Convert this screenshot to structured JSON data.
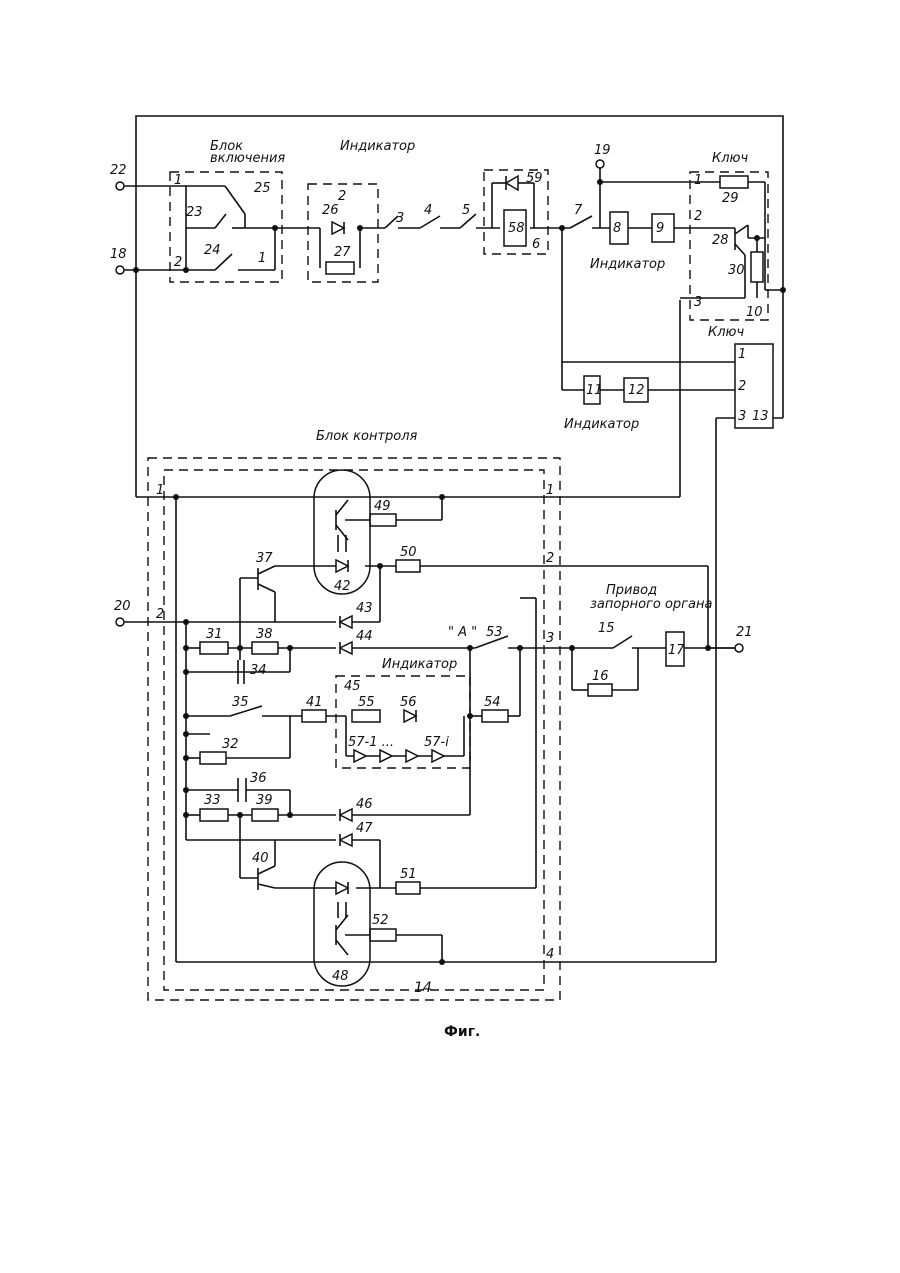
{
  "blocks": {
    "switch_on": "Блок включения",
    "control": "Блок контроля",
    "indicator_top": "Индикатор",
    "indicator_mid": "Индикатор",
    "indicator_right": "Индикатор",
    "indicator_inner": "Индикатор",
    "key_top": "Ключ",
    "key_mid": "Ключ",
    "drive": "Привод запорного органа"
  },
  "drive_lines": [
    "Привод",
    "запорного органа"
  ],
  "switch_on_lines": [
    "Блок",
    "включения"
  ],
  "terminals": {
    "t22": "22",
    "t18": "18",
    "t19": "19",
    "t20": "20",
    "t21": "21"
  },
  "component_numbers": {
    "c1": "1",
    "c2": "2",
    "c3": "3",
    "c4": "4",
    "c5": "5",
    "c6": "6",
    "c7": "7",
    "c8": "8",
    "c9": "9",
    "c10": "10",
    "c11": "11",
    "c12": "12",
    "c13": "13",
    "c14": "14",
    "c15": "15",
    "c16": "16",
    "c17": "17",
    "c23": "23",
    "c24": "24",
    "c25": "25",
    "c26": "26",
    "c27": "27",
    "c28": "28",
    "c29": "29",
    "c30": "30",
    "c31": "31",
    "c32": "32",
    "c33": "33",
    "c34": "34",
    "c35": "35",
    "c36": "36",
    "c37": "37",
    "c38": "38",
    "c39": "39",
    "c40": "40",
    "c41": "41",
    "c42": "42",
    "c43": "43",
    "c44": "44",
    "c45": "45",
    "c46": "46",
    "c47": "47",
    "c48": "48",
    "c49": "49",
    "c50": "50",
    "c51": "51",
    "c52": "52",
    "c53": "53",
    "c54": "54",
    "c55": "55",
    "c56": "56",
    "c57a": "57-1 ...",
    "c57b": "57-i",
    "c58": "58",
    "c59": "59"
  },
  "pins": {
    "p1": "1",
    "p2": "2",
    "p3": "3",
    "p4": "4"
  },
  "point_a": "\" A \"",
  "caption": "Фиг."
}
